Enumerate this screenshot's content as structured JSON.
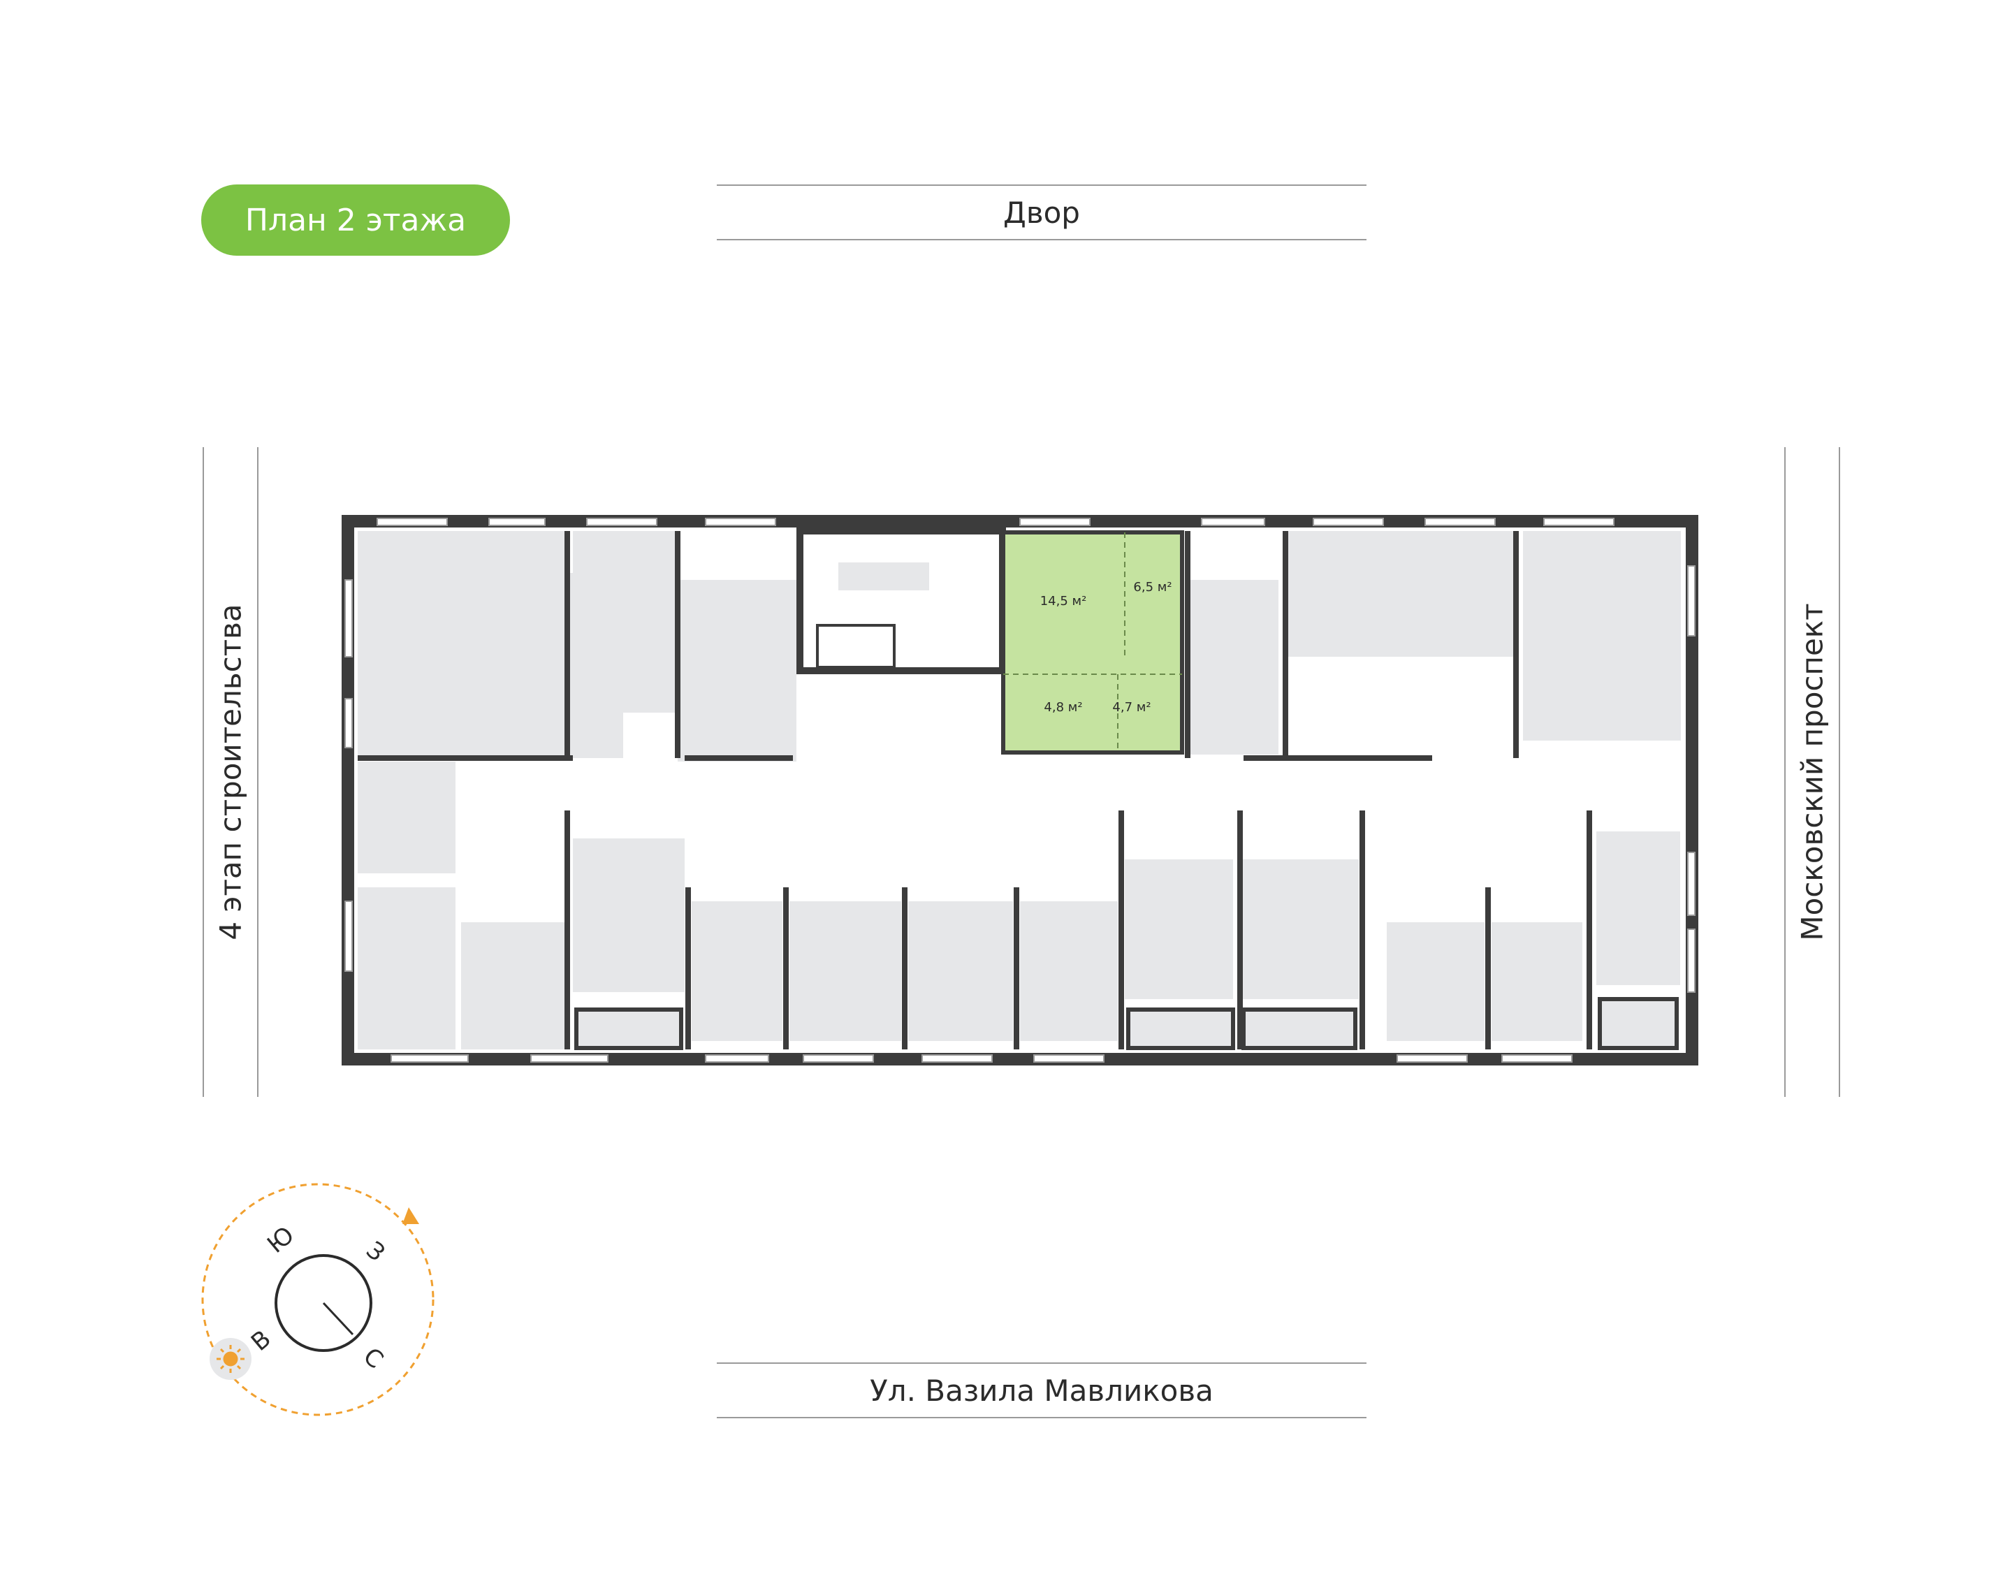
{
  "title": "План 2 этажа",
  "streets": {
    "top": "Двор",
    "bottom": "Ул. Вазила Мавликова",
    "left": "4 этап строительства",
    "right": "Московский проспект"
  },
  "highlighted_apartment": {
    "rooms": [
      {
        "label": "14,5 м²"
      },
      {
        "label": "6,5 м²"
      },
      {
        "label": "4,8 м²"
      },
      {
        "label": "4,7 м²"
      }
    ]
  },
  "compass": {
    "south": "Ю",
    "west": "З",
    "east": "В",
    "north": "С",
    "sun_icon": "sun-icon"
  },
  "colors": {
    "accent": "#7cc243",
    "highlight_fill": "#c5e3a0",
    "room_fill": "#e6e7e9",
    "wall": "#3c3c3c",
    "sun_path": "#f0a030"
  }
}
